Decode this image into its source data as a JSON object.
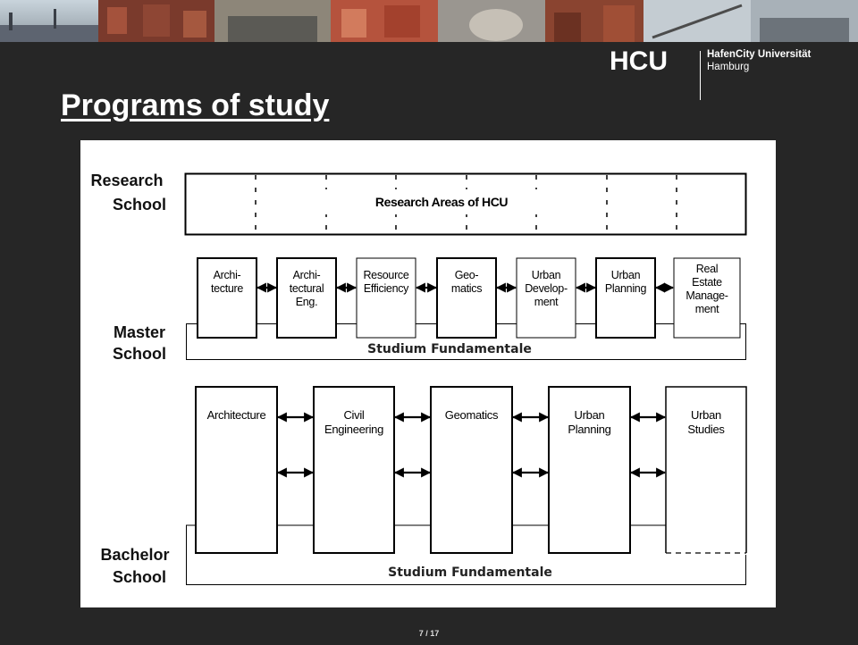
{
  "header": {
    "logo_text": "HCU",
    "university_name": "HafenCity Universität",
    "university_city": "Hamburg"
  },
  "slide": {
    "title": "Programs of study",
    "page_indicator": "7 / 17"
  },
  "diagram": {
    "research_school": {
      "label_line1": "Research",
      "label_line2": "School",
      "box_text": "Research Areas of HCU"
    },
    "master_school": {
      "label_line1": "Master",
      "label_line2": "School",
      "programs": [
        [
          "Archi-",
          "tecture"
        ],
        [
          "Archi-",
          "tectural",
          "Eng."
        ],
        [
          "Resource",
          "Efficiency"
        ],
        [
          "Geo-",
          "matics"
        ],
        [
          "Urban",
          "Develop-",
          "ment"
        ],
        [
          "Urban",
          "Planning"
        ],
        [
          "Real",
          "Estate",
          "Manage-",
          "ment"
        ]
      ],
      "fundament": "Studium Fundamentale"
    },
    "bachelor_school": {
      "label_line1": "Bachelor",
      "label_line2": "School",
      "programs": [
        [
          "Architecture"
        ],
        [
          "Civil",
          "Engineering"
        ],
        [
          "Geomatics"
        ],
        [
          "Urban",
          "Planning"
        ],
        [
          "Urban",
          "Studies"
        ]
      ],
      "fundament": "Studium Fundamentale"
    }
  },
  "colors": {
    "background": "#262626",
    "panel": "#ffffff",
    "text": "#000000"
  }
}
